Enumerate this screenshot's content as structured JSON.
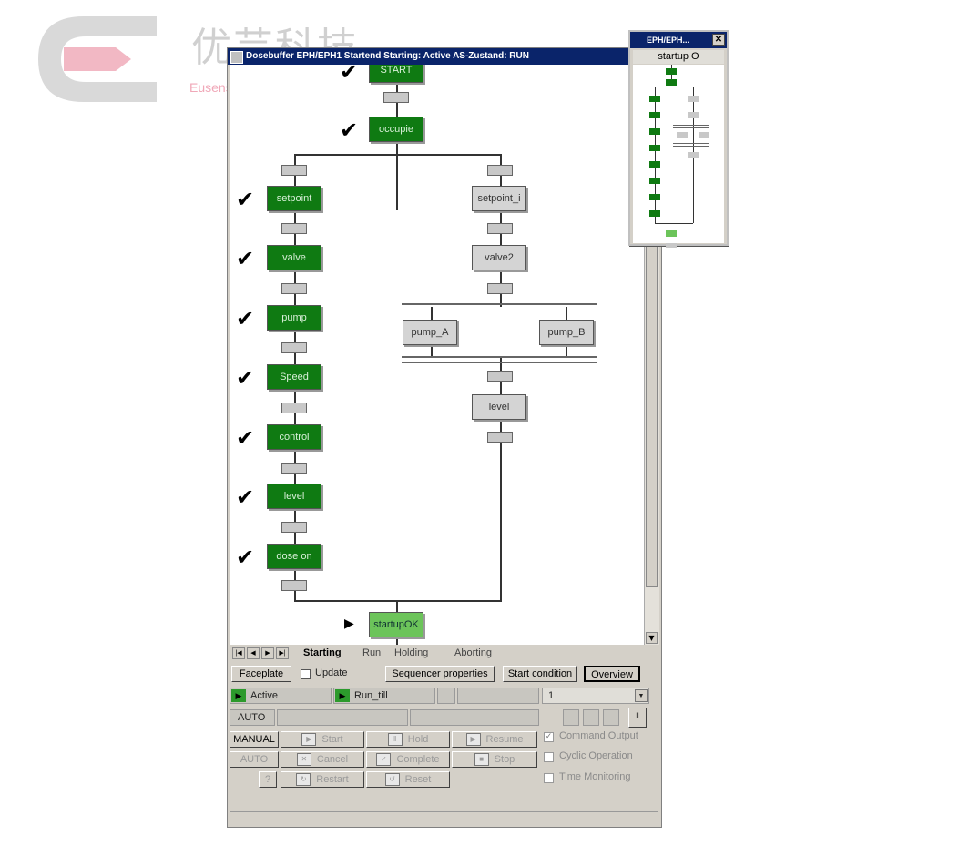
{
  "watermark": {
    "cn": "优芸科技",
    "en": "Eusens Technolgy Co.,Ltd"
  },
  "window": {
    "title": "Dosebuffer  EPH/EPH1 Startend Starting: Active  AS-Zustand: RUN"
  },
  "steps": {
    "start": "START",
    "occupie": "occupie",
    "setpoint": "setpoint",
    "setpoint_i": "setpoint_i",
    "valve": "valve",
    "valve2": "valve2",
    "pump": "pump",
    "pump_a": "pump_A",
    "pump_b": "pump_B",
    "speed": "Speed",
    "control": "control",
    "level_left": "level",
    "level_right": "level",
    "dose_on": "dose on",
    "startup_ok": "startupOK"
  },
  "tabs": [
    "Starting",
    "Run",
    "Holding",
    "Aborting"
  ],
  "controls": {
    "faceplate": "Faceplate",
    "update": "Update",
    "sequencer_properties": "Sequencer properties",
    "start_condition": "Start condition",
    "overview": "Overview",
    "status_active": "Active",
    "status_run": "Run_till",
    "dropdown_value": "1",
    "auto_label": "AUTO",
    "manual": "MANUAL",
    "auto2": "AUTO",
    "start": "Start",
    "hold": "Hold",
    "resume": "Resume",
    "cancel": "Cancel",
    "complete": "Complete",
    "stop": "Stop",
    "restart": "Restart",
    "reset": "Reset",
    "command_output": "Command Output",
    "cyclic_operation": "Cyclic Operation",
    "time_monitoring": "Time Monitoring"
  },
  "overview_window": {
    "title": "EPH/EPH...",
    "subtitle": "startup O"
  }
}
